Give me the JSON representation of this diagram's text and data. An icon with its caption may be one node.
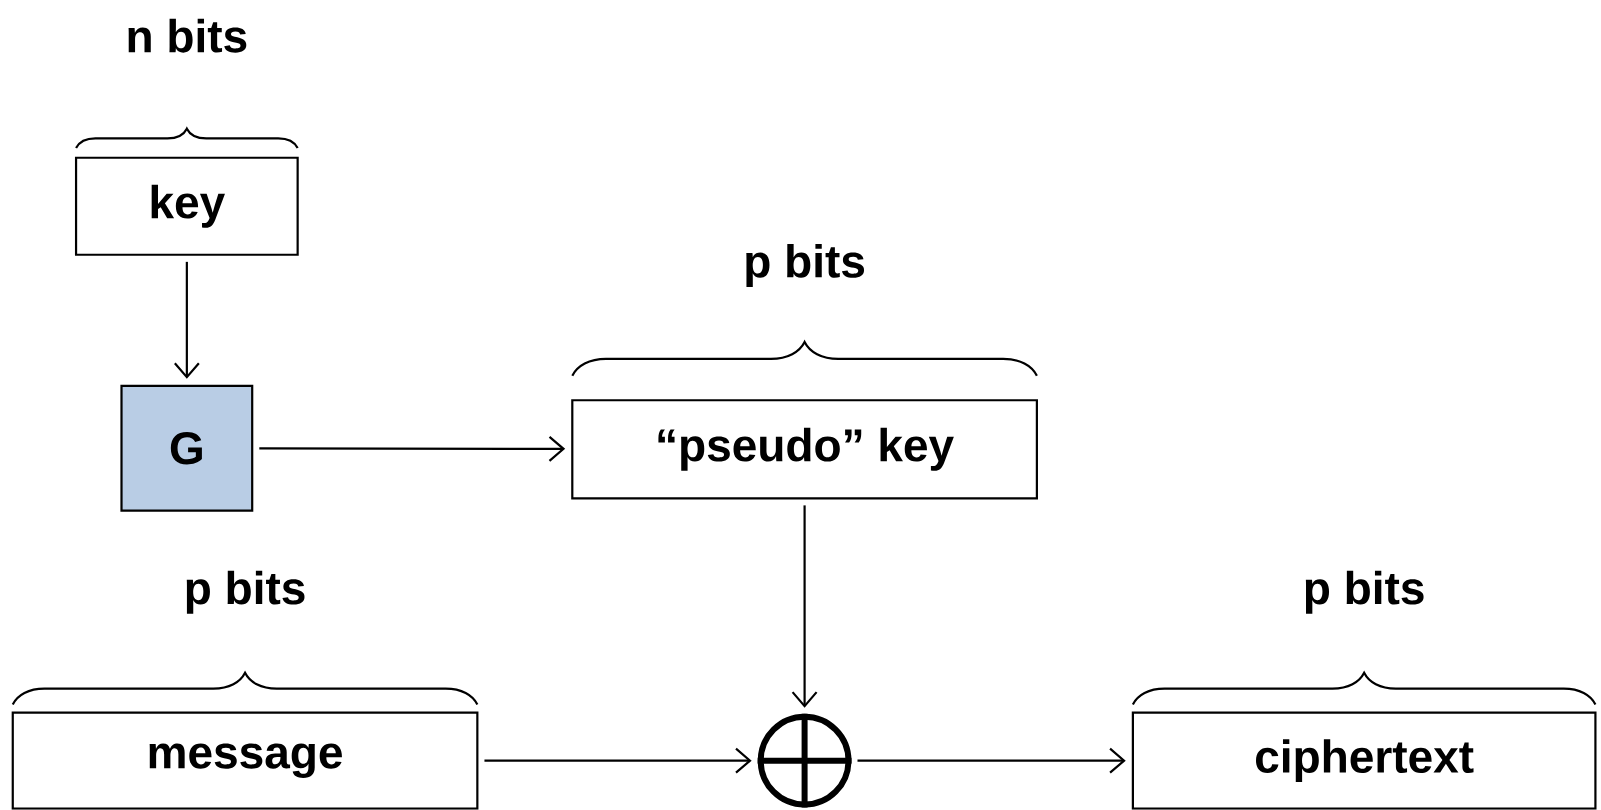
{
  "diagram": {
    "nodes": [
      {
        "text": [
          "key"
        ],
        "beside": [
          "n bits"
        ]
      },
      {
        "text": [
          "G"
        ]
      },
      {
        "text": [
          "“pseudo” key"
        ],
        "beside": [
          "p bits"
        ]
      },
      {
        "text": [
          "message"
        ],
        "beside": [
          "p bits"
        ]
      },
      {
        "text": [],
        "shape": "circle"
      },
      {
        "text": [
          "ciphertext"
        ],
        "beside": [
          "p bits"
        ]
      }
    ],
    "edges": [
      {
        "from": 0,
        "to": 1,
        "arrow": "to"
      },
      {
        "from": 1,
        "to": 2,
        "arrow": "to"
      },
      {
        "from": 2,
        "to": 4,
        "arrow": "to"
      },
      {
        "from": 3,
        "to": 4,
        "arrow": "to"
      },
      {
        "from": 4,
        "to": 5,
        "arrow": "to"
      }
    ]
  }
}
